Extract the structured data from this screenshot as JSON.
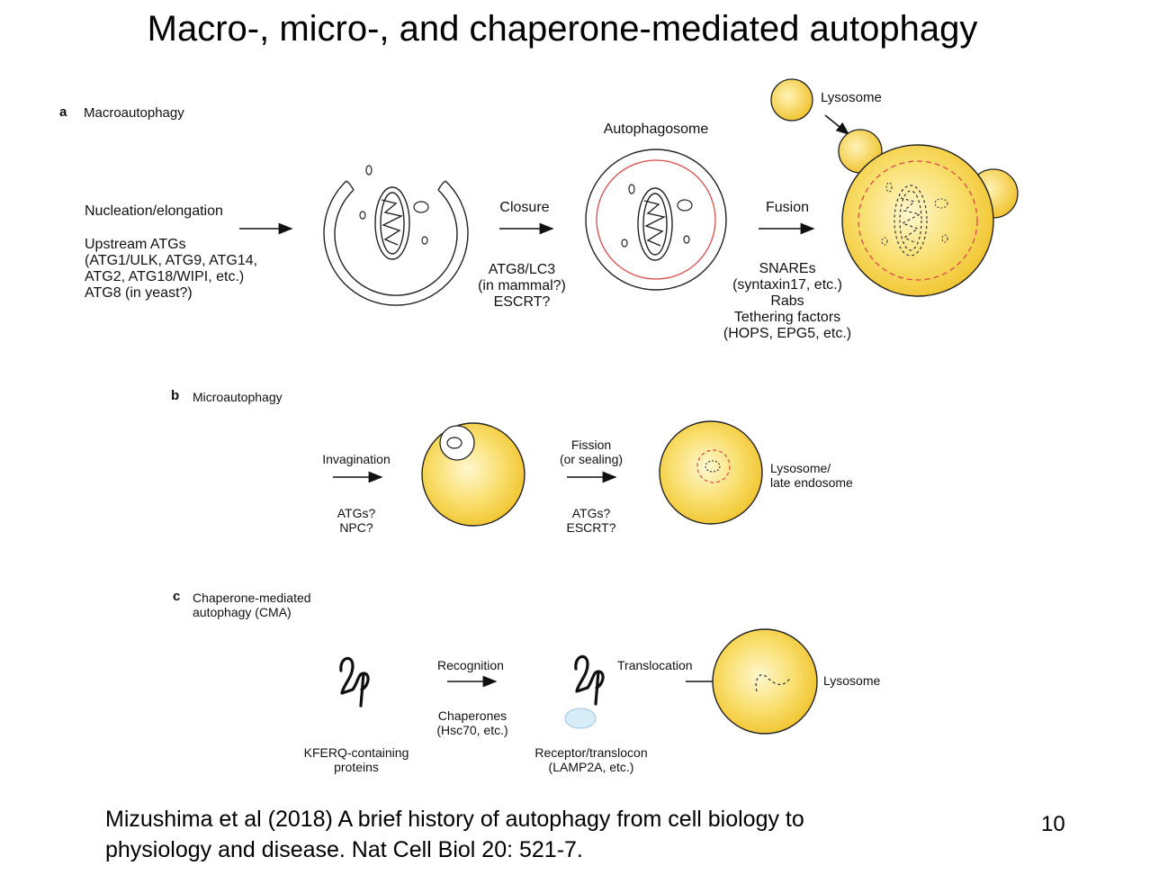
{
  "slide": {
    "title": "Macro-, micro-, and chaperone-mediated autophagy",
    "citation_line1": "Mizushima et al (2018) A brief history of autophagy from cell biology to",
    "citation_line2": "physiology and disease. Nat Cell Biol  20: 521-7.",
    "page_number": "10"
  },
  "colors": {
    "lysosome_fill": "#f5cc2e",
    "lysosome_center": "#fff7cf",
    "membrane_red": "#d94a4a",
    "receptor_blue": "#d6ecf7"
  },
  "panel_a": {
    "letter": "a",
    "name": "Macroautophagy",
    "step1_label": "Nucleation/elongation",
    "step1_factors": [
      "Upstream ATGs",
      "(ATG1/ULK, ATG9, ATG14,",
      "ATG2, ATG18/WIPI, etc.)",
      "ATG8 (in yeast?)"
    ],
    "autophagosome_label": "Autophagosome",
    "step2_label": "Closure",
    "step2_factors": [
      "ATG8/LC3",
      "(in mammal?)",
      "ESCRT?"
    ],
    "step3_label": "Fusion",
    "step3_factors": [
      "SNAREs",
      "(syntaxin17, etc.)",
      "Rabs",
      "Tethering factors",
      "(HOPS, EPG5, etc.)"
    ],
    "lysosome_label": "Lysosome"
  },
  "panel_b": {
    "letter": "b",
    "name": "Microautophagy",
    "step1_label": "Invagination",
    "step1_factors": [
      "ATGs?",
      "NPC?"
    ],
    "step2_label": [
      "Fission",
      "(or sealing)"
    ],
    "step2_factors": [
      "ATGs?",
      "ESCRT?"
    ],
    "result_label": [
      "Lysosome/",
      "late endosome"
    ]
  },
  "panel_c": {
    "letter": "c",
    "name": [
      "Chaperone-mediated",
      "autophagy (CMA)"
    ],
    "substrate_label": [
      "KFERQ-containing",
      "proteins"
    ],
    "step1_label": "Recognition",
    "step1_factors": [
      "Chaperones",
      "(Hsc70, etc.)"
    ],
    "receptor_label": [
      "Receptor/translocon",
      "(LAMP2A, etc.)"
    ],
    "step2_label": "Translocation",
    "lysosome_label": "Lysosome"
  }
}
